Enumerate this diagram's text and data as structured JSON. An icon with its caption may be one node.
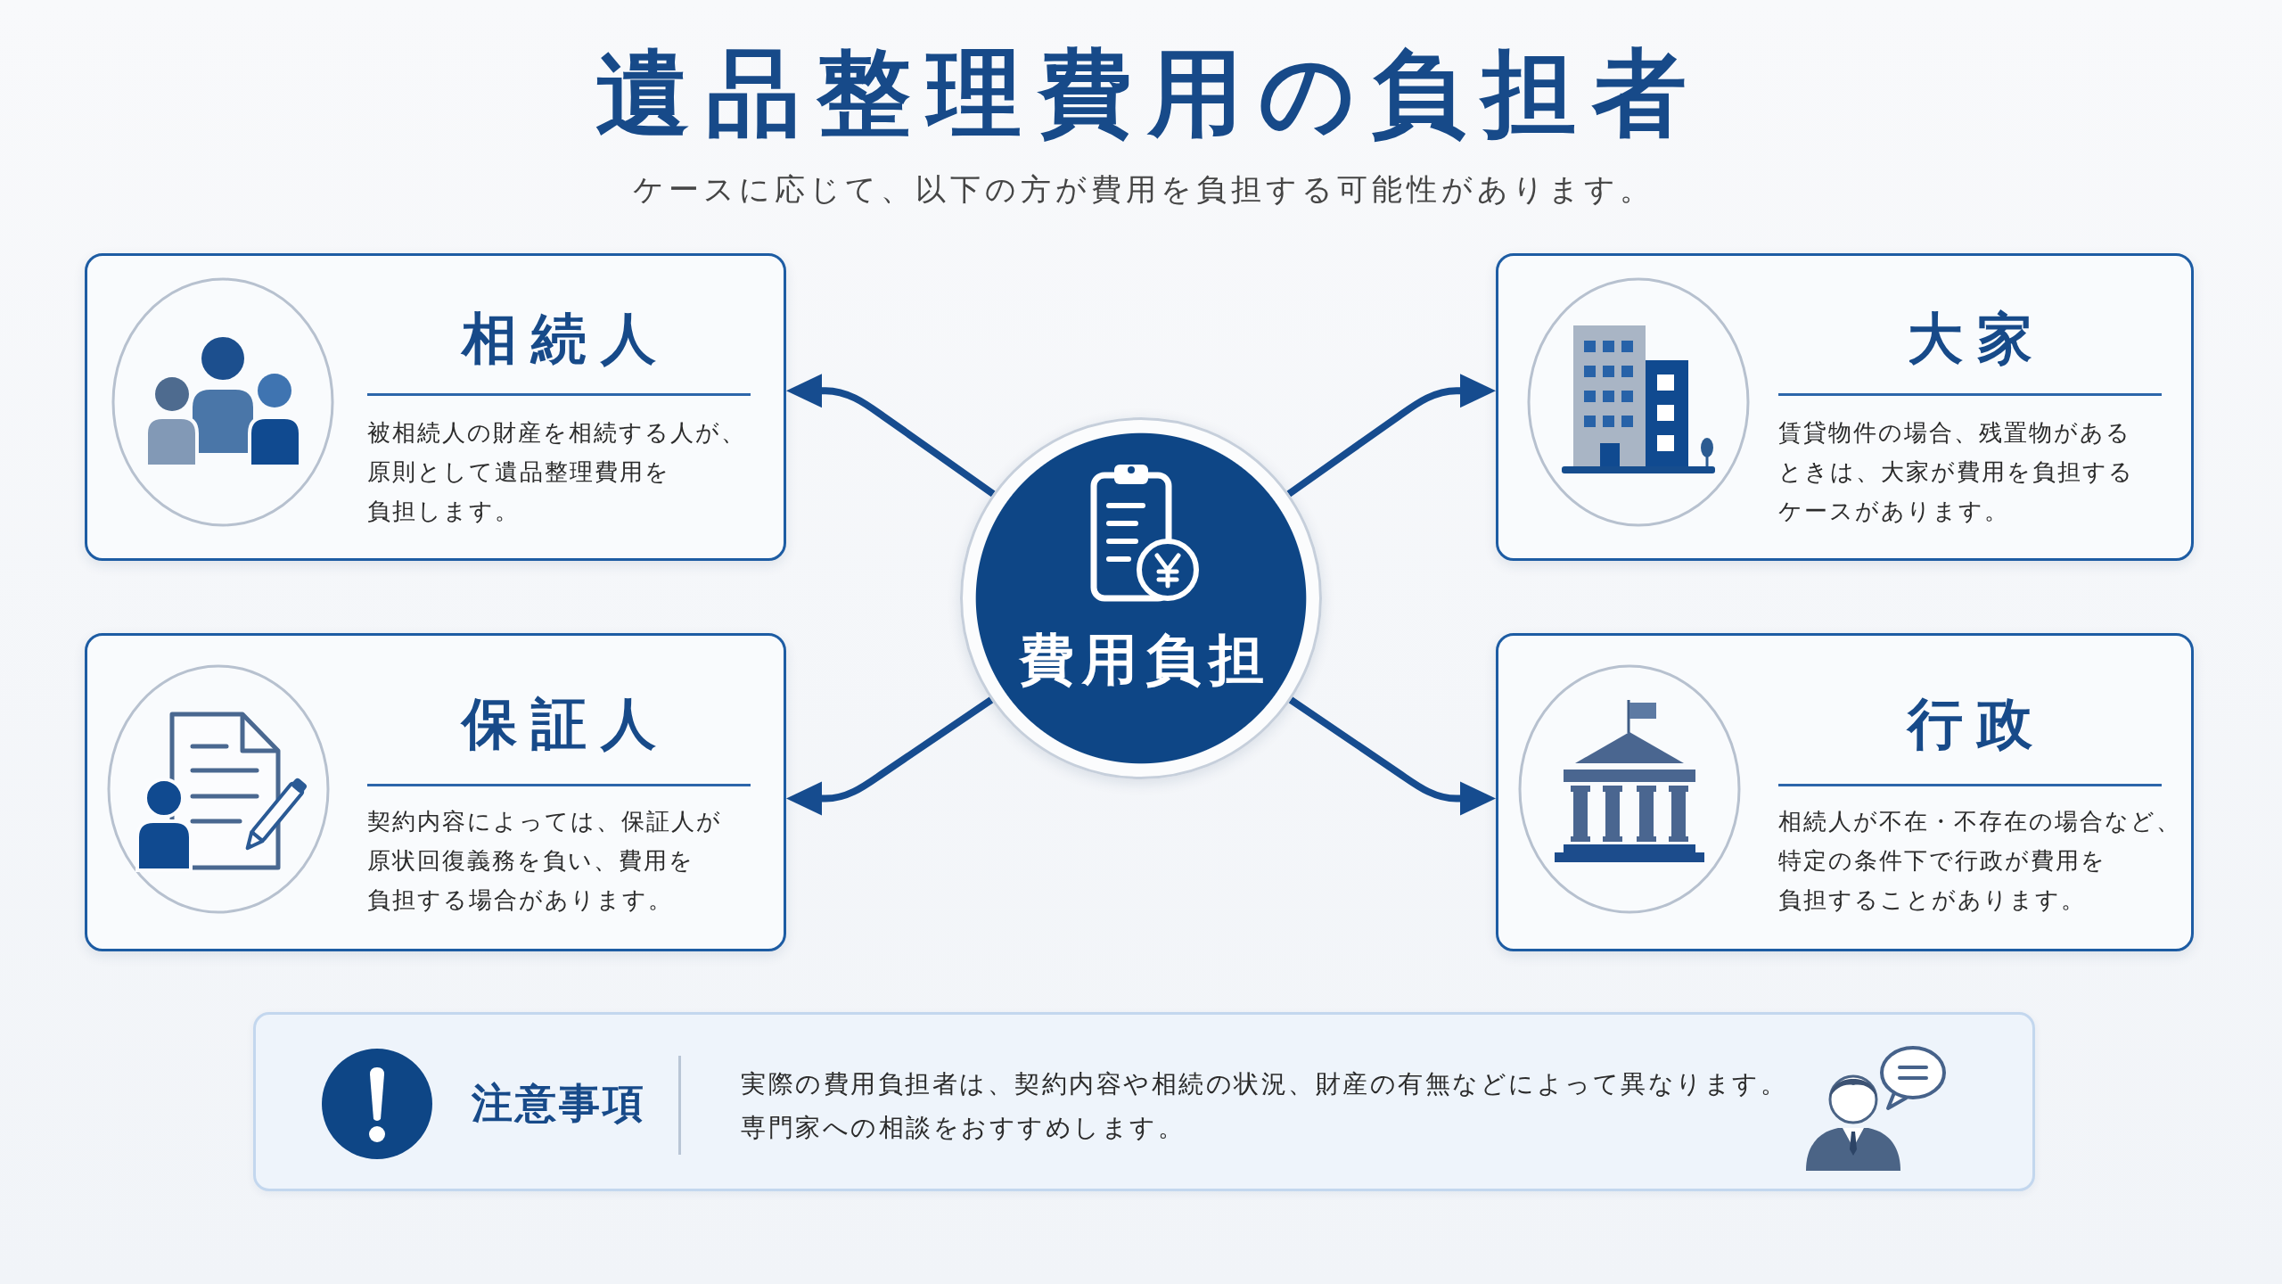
{
  "diagram": {
    "title": "遺品整理費用の負担者",
    "nodes": [
      {
        "text": [
          "相続人",
          "被相続人の財産を相続する人が、原則として遺品整理費用を負担します。"
        ]
      },
      {
        "text": [
          "大家",
          "賃貸物件の場合、残置物があるときは、大家が費用を負担するケースがあります。"
        ]
      },
      {
        "text": [
          "費用負担"
        ]
      },
      {
        "text": [
          "保証人",
          "契約内容によっては、保証人が原状回復義務を負い、費用を負担する場合があります。"
        ]
      },
      {
        "text": [
          "行政",
          "相続人が不在・不存在の場合など、特定の条件下で行政が費用を負担することがあります。"
        ]
      },
      {
        "text": [
          "注意事項",
          "実際の費用負担者は、契約内容や相続の状況、財産の有無などによって異なります。専門家への相談をおすすめします。"
        ]
      }
    ],
    "edges": [
      {
        "from": 2,
        "to": 0,
        "arrow": "to"
      },
      {
        "from": 2,
        "to": 1,
        "arrow": "to"
      },
      {
        "from": 2,
        "to": 3,
        "arrow": "to"
      },
      {
        "from": 2,
        "to": 4,
        "arrow": "to"
      }
    ],
    "labels": [
      "ケースに応じて、以下の方が費用を負担する可能性があります。"
    ]
  }
}
